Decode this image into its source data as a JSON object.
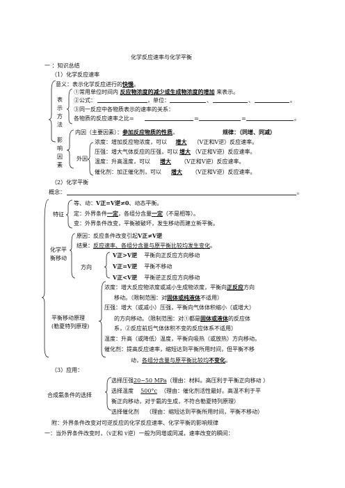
{
  "title": "化学反应速率与化学平衡",
  "h_one": "一 ：知识总结",
  "h1": "（1）化学反应速率",
  "rate": {
    "meaning_pre": "意义：表示化学反应进行的",
    "meaning_ans": "快慢",
    "meaning_post": "。",
    "side_label": [
      "表",
      "示",
      "方",
      "法"
    ],
    "m1_pre": "①常用单位时间内",
    "m1_ans": "反应物浓度的减少或生成物浓度的增加",
    "m1_post": "来表示。",
    "m2_pre": "②公式：",
    "m2_unit": "，单位：",
    "m2_sep": "、",
    "m3": "③同一反应中各物质表示的速率的关系：",
    "ratio_pre": "各物质的反应速率之比=",
    "eq1": "=",
    "eq2": "=",
    "end_dot": "。"
  },
  "factors": {
    "side_label": [
      "影",
      "响",
      "因",
      "素"
    ],
    "internal_pre": "内因（主要因素）：",
    "internal_ans": "参加反应物质的性质",
    "internal_post": "。",
    "rule": "规律：（同增、同减）",
    "external": "外因",
    "rows": [
      {
        "pre": "浓度：增加反应物浓度，可以",
        "ans": "增大",
        "post": "（V正和V逆）反应速率。"
      },
      {
        "pre": "压强：增大气体反应的压强，可以",
        "ans": "增大",
        "post": "（V正和V逆）反应速率。"
      },
      {
        "pre": "温度：升高温度，可以",
        "ans": "增大",
        "post": "（V正和V逆）反应速率。"
      },
      {
        "pre": "催化剂：加正催化剂，可以",
        "ans": "增大",
        "post": "（V正和V逆）反应速率。"
      }
    ]
  },
  "h2": "（2）化学平衡",
  "eq": {
    "concept": "概念：",
    "concept_end": "。",
    "feature": "特征",
    "f1_pre": "等、动：",
    "f1_formula": "V正=V逆≠0",
    "f1_post": "、动态平衡。",
    "f2_pre": "定：外界条件",
    "f2_ans1": "一定",
    "f2_mid": "，各组分含量",
    "f2_ans2": "一定",
    "f2_post": "（不是相等）。",
    "f3": "变：外界条件改变，平衡被破坏，发生移动而建立新平衡。",
    "shift_label": [
      "化学平",
      "衡移动"
    ],
    "cause_pre": "原因：反应条件改变引起",
    "cause_formula": "V正≠V逆",
    "result_pre": "结果：",
    "result_u": "反应速率、各组分含量与原平衡比较均发生变化",
    "result_post": "。",
    "direction": "方向",
    "d1_formula": "V正>V逆",
    "d1": "平衡向正反应方向移动",
    "d2_formula": "V正=V逆",
    "d2": "平衡不移动",
    "d3_formula": "V正<V逆",
    "d3": "平衡逆正反应方向移动",
    "principle_label": [
      "平衡移动原理",
      "(勒夏特列原理)"
    ],
    "p_conc_pre": "浓度：增大反应物浓度或减小生成物浓度，平衡向",
    "p_conc_ans": "正反应",
    "p_conc_post": "方向",
    "p_conc2_pre": "移动。（限制范围：对",
    "p_conc2_ans": "固体或纯液体",
    "p_conc2_post": "不适用）",
    "p_pres1": "压强：增大（或减小）压强，平衡向气体体积缩小（或增大）",
    "p_pres2_pre": "的方向移动。（限制范围：对①都是",
    "p_pres2_ans": "固体或液体",
    "p_pres2_post": "的反应体",
    "p_pres3": "系，②反应前后气体体积不变的反应体系不适用）",
    "p_temp": "温度：升高（或降低）温度，平衡向吸热（或放热）方向移动。",
    "p_cat1": "催化剂：提高反应速率，缩短达到平衡所用时间，但平衡不移",
    "p_cat2_pre": "动，",
    "p_cat2_u": "各组分含量与原平衡比较均",
    "p_cat2_ans": "不变化",
    "p_cat2_post": "。"
  },
  "h3": "（3）应用：",
  "app": {
    "label": "合成氨条件的选择",
    "r1_pre": "选择压强",
    "r1_val": "20~50 MPa",
    "r1_post": "（理由：材料。高压利于平衡正向移动  ）",
    "r2_pre": "选择温度",
    "r2_val": "500°c",
    "r2_post": "（理由：催化剂活性最好。高温不利于平",
    "r3": "衡正向移动，对于氨的生成，不符合勒夏特列原理）",
    "r4_pre": "选择催化剂",
    "r4_post": "（理由：缩短达到平衡所用时间，平衡不移动）"
  },
  "appendix": "附：外界条件改变对可逆反应的化学反应速率、化学平衡的影响规律",
  "last_pre": "一：当外界条件改变时，（",
  "last_v": "v正和 v逆",
  "last_post": "）一般为同增或同减，速率改变的瞬间："
}
